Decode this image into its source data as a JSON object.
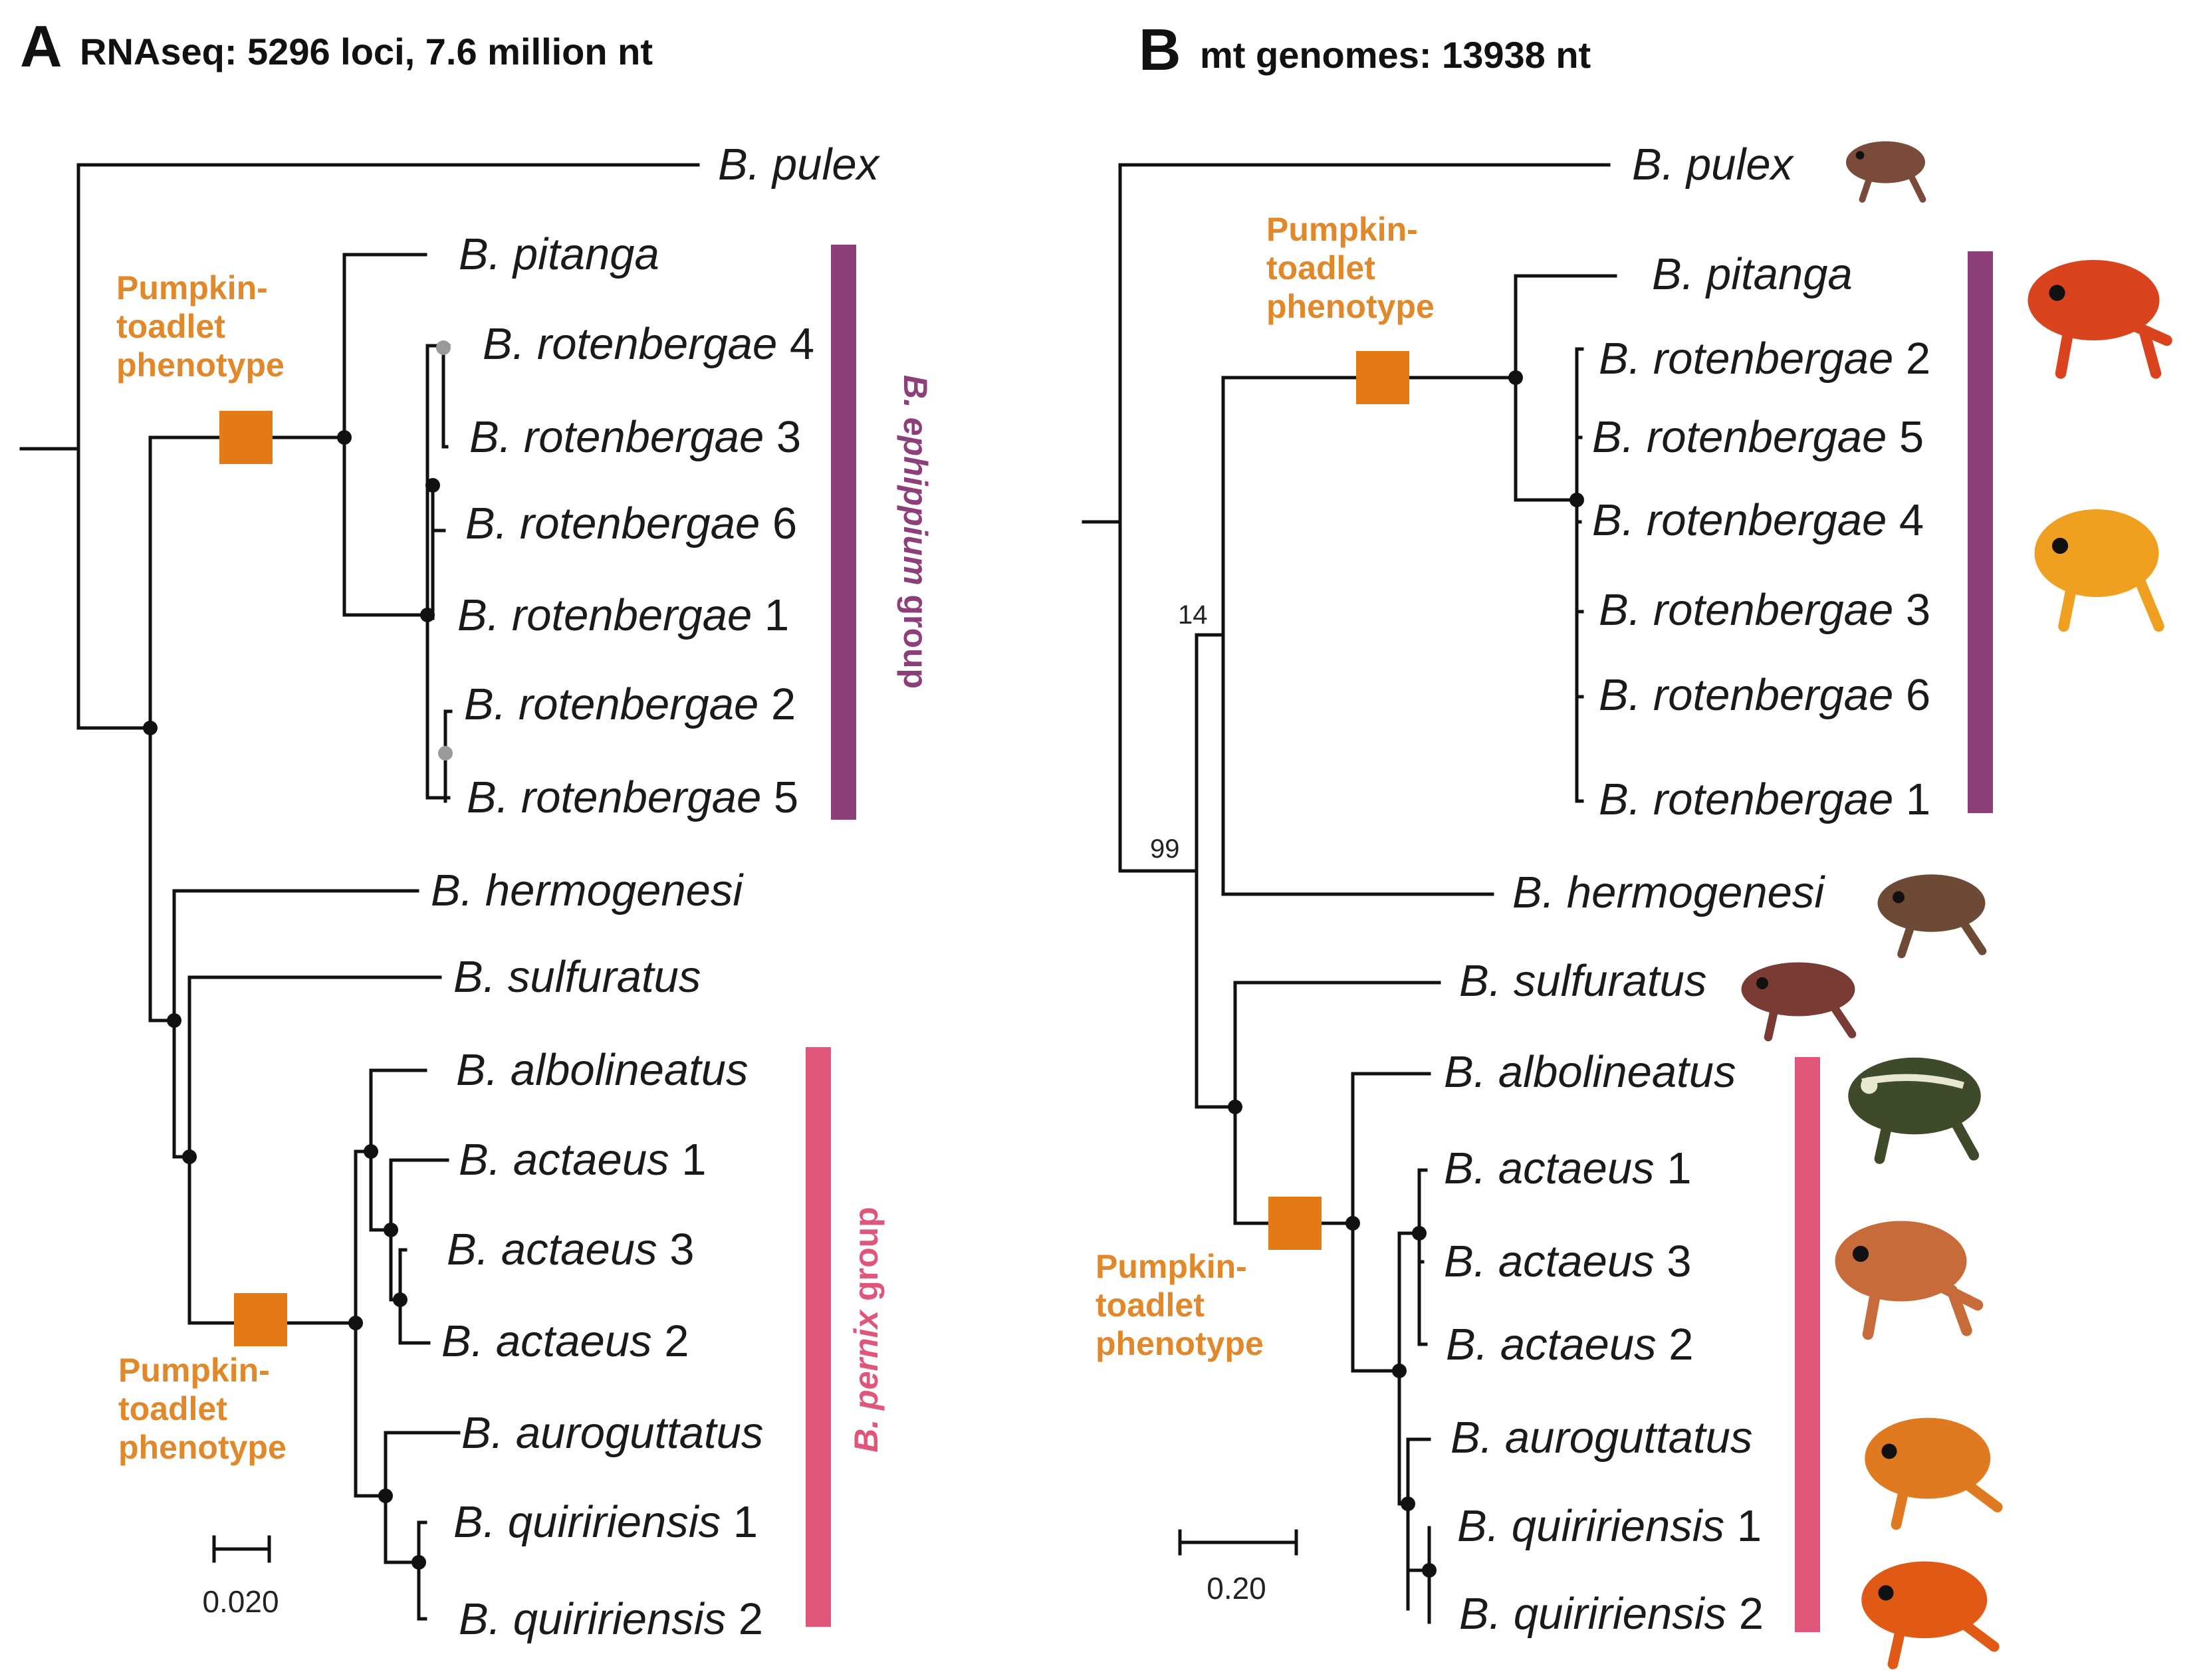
{
  "panelA": {
    "letter": "A",
    "title": "RNAseq: 5296 loci, 7.6 million nt",
    "pheno_top": [
      "Pumpkin-",
      "toadlet",
      "phenotype"
    ],
    "pheno_bottom": [
      "Pumpkin-",
      "toadlet",
      "phenotype"
    ],
    "group_ephippium": {
      "pre": "B. ephippium",
      "post": " group"
    },
    "group_pernix": {
      "pre": "B. pernix",
      "post": " group"
    },
    "scale": "0.020",
    "tips": [
      {
        "genus": "B. pulex",
        "num": ""
      },
      {
        "genus": "B. pitanga",
        "num": ""
      },
      {
        "genus": "B. rotenbergae",
        "num": "4"
      },
      {
        "genus": "B. rotenbergae",
        "num": "3"
      },
      {
        "genus": "B. rotenbergae",
        "num": "6"
      },
      {
        "genus": "B. rotenbergae",
        "num": "1"
      },
      {
        "genus": "B. rotenbergae",
        "num": "2"
      },
      {
        "genus": "B. rotenbergae",
        "num": "5"
      },
      {
        "genus": "B. hermogenesi",
        "num": ""
      },
      {
        "genus": "B. sulfuratus",
        "num": ""
      },
      {
        "genus": "B. albolineatus",
        "num": ""
      },
      {
        "genus": "B. actaeus",
        "num": "1"
      },
      {
        "genus": "B. actaeus",
        "num": "3"
      },
      {
        "genus": "B. actaeus",
        "num": "2"
      },
      {
        "genus": "B. auroguttatus",
        "num": ""
      },
      {
        "genus": "B. quiririensis",
        "num": "1"
      },
      {
        "genus": "B. quiririensis",
        "num": "2"
      }
    ]
  },
  "panelB": {
    "letter": "B",
    "title": "mt genomes: 13938 nt",
    "pheno_top": [
      "Pumpkin-",
      "toadlet",
      "phenotype"
    ],
    "pheno_bottom": [
      "Pumpkin-",
      "toadlet",
      "phenotype"
    ],
    "support_14": "14",
    "support_99": "99",
    "scale": "0.20",
    "tips": [
      {
        "genus": "B. pulex",
        "num": ""
      },
      {
        "genus": "B. pitanga",
        "num": ""
      },
      {
        "genus": "B. rotenbergae",
        "num": "2"
      },
      {
        "genus": "B. rotenbergae",
        "num": "5"
      },
      {
        "genus": "B. rotenbergae",
        "num": "4"
      },
      {
        "genus": "B. rotenbergae",
        "num": "3"
      },
      {
        "genus": "B. rotenbergae",
        "num": "6"
      },
      {
        "genus": "B. rotenbergae",
        "num": "1"
      },
      {
        "genus": "B. hermogenesi",
        "num": ""
      },
      {
        "genus": "B. sulfuratus",
        "num": ""
      },
      {
        "genus": "B. albolineatus",
        "num": ""
      },
      {
        "genus": "B. actaeus",
        "num": "1"
      },
      {
        "genus": "B. actaeus",
        "num": "3"
      },
      {
        "genus": "B. actaeus",
        "num": "2"
      },
      {
        "genus": "B. auroguttatus",
        "num": ""
      },
      {
        "genus": "B. quiririensis",
        "num": "1"
      },
      {
        "genus": "B. quiririensis",
        "num": "2"
      }
    ]
  },
  "colors": {
    "phenotype_orange": "#e37a16",
    "phenotype_text": "#e0882a",
    "ephippium_purple": "#8c3f78",
    "pernix_pink": "#e0567a",
    "node_black": "#111111",
    "node_gray": "#9a9a9a"
  },
  "frog_icons": [
    {
      "name": "frog-pulex-icon",
      "color": "#7a4b3a"
    },
    {
      "name": "frog-pitanga-icon",
      "color": "#d9441f"
    },
    {
      "name": "frog-rotenbergae-icon",
      "color": "#f0a020"
    },
    {
      "name": "frog-hermogenesi-icon",
      "color": "#6d4a35"
    },
    {
      "name": "frog-sulfuratus-icon",
      "color": "#7a3b35"
    },
    {
      "name": "frog-albolineatus-icon",
      "color": "#3f4a2a"
    },
    {
      "name": "frog-actaeus-icon",
      "color": "#c76b3a"
    },
    {
      "name": "frog-auroguttatus-icon",
      "color": "#e07a20"
    },
    {
      "name": "frog-quiririensis-icon",
      "color": "#e05a15"
    }
  ]
}
